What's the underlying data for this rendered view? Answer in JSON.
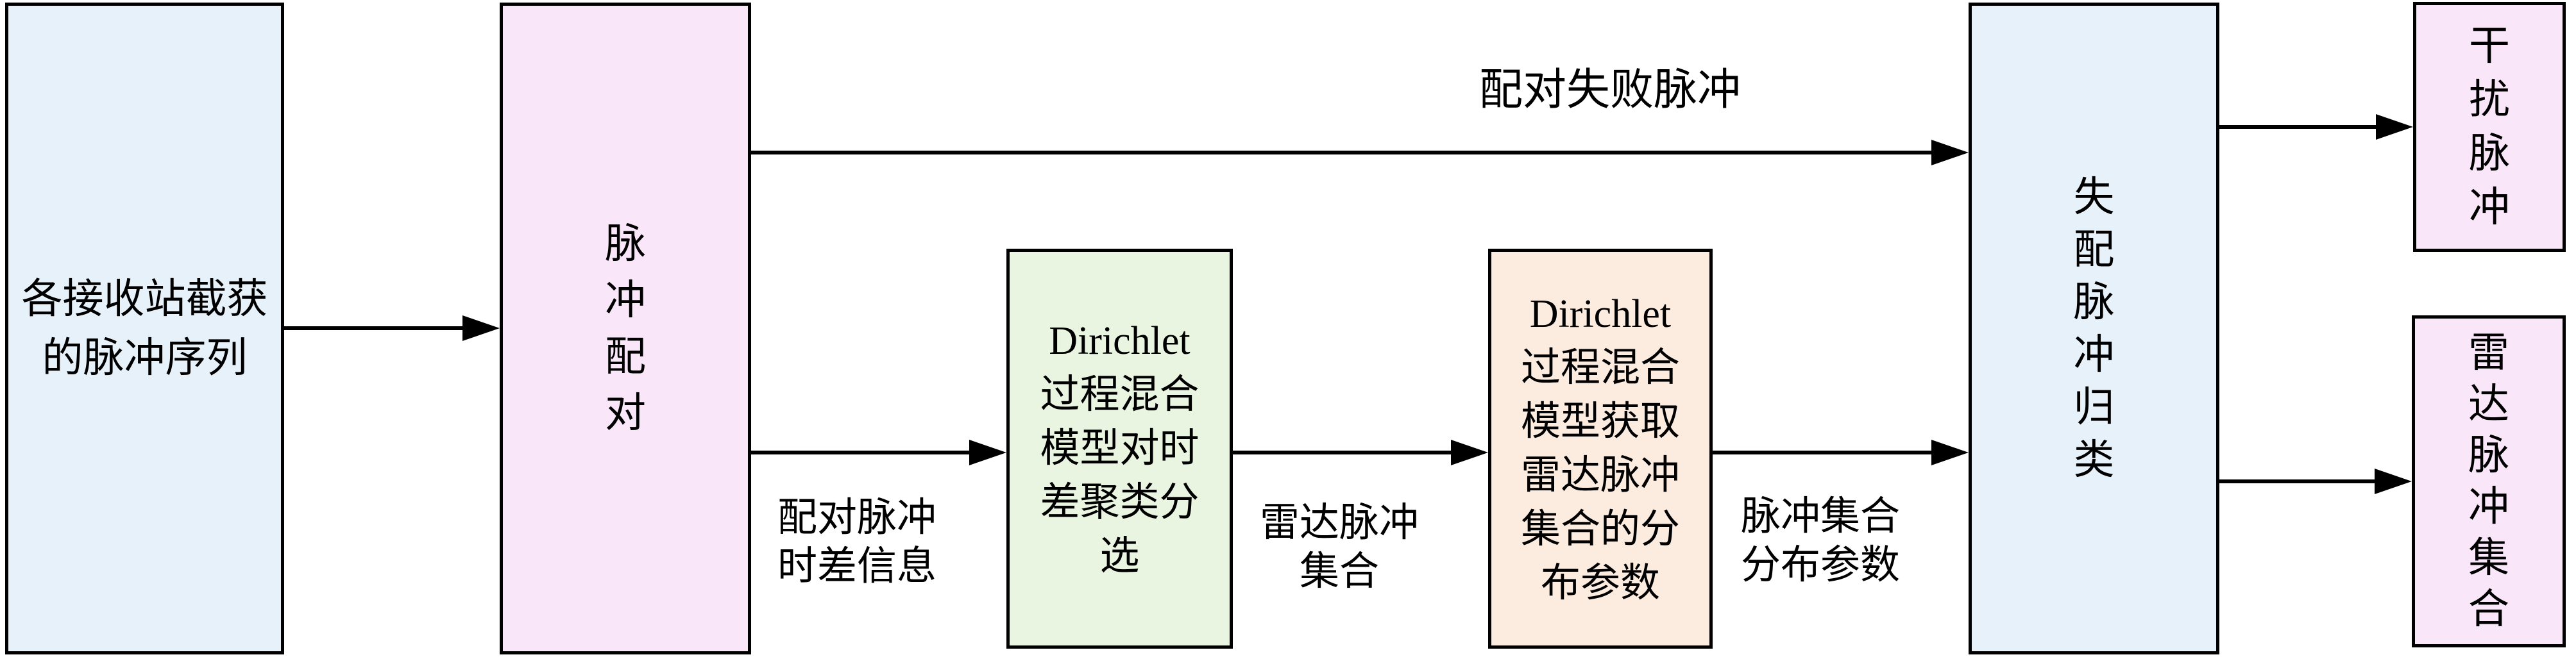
{
  "diagram": {
    "colors": {
      "blue": "#e7f1f9",
      "pink": "#f9e7f9",
      "green": "#e9f5e0",
      "orange": "#fcebdf",
      "line": "#000000"
    },
    "boxes": {
      "input": {
        "text": "各接收站截获\n的脉冲序列"
      },
      "pairing": {
        "text": "脉\n冲\n配\n对"
      },
      "dpmm_cluster": {
        "text": "Dirichlet\n过程混合\n模型对时\n差聚类分\n选"
      },
      "dpmm_param": {
        "text": "Dirichlet\n过程混合\n模型获取\n雷达脉冲\n集合的分\n布参数"
      },
      "mismatch": {
        "text": "失\n配\n脉\n冲\n归\n类"
      },
      "interference": {
        "text": "干\n扰\n脉\n冲"
      },
      "radar_set": {
        "text": "雷\n达\n脉\n冲\n集\n合"
      }
    },
    "labels": {
      "pair_fail": "配对失败脉冲",
      "pair_tdoa": "配对脉冲\n时差信息",
      "radar_pulse_set": "雷达脉冲\n集合",
      "set_params": "脉冲集合\n分布参数"
    }
  }
}
